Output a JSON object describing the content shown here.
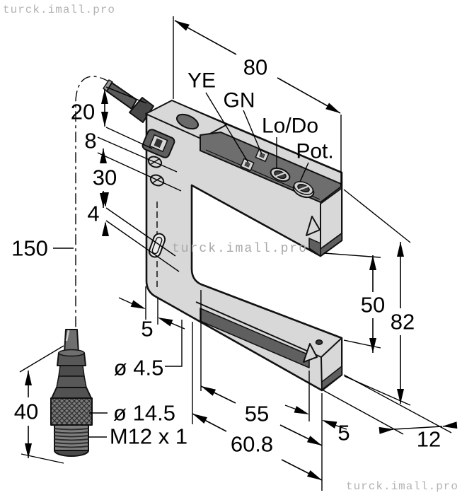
{
  "watermarks": {
    "top_left": "turck.imall.pro",
    "center": "turck.imall.pro",
    "bottom_right": "turck.imall.pro"
  },
  "indicator_labels": {
    "yellow_led": "YE",
    "green_led": "GN",
    "light_dark_switch": "Lo/Do",
    "potentiometer": "Pot."
  },
  "dimensions": {
    "fork_width": "80",
    "head_height": "20",
    "screw_spacing": "8",
    "hole_spacing": "30",
    "slot_width": "4",
    "cable_length": "150",
    "arm_width": "5",
    "mounting_hole_dia": "ø 4.5",
    "connector_dia": "ø 14.5",
    "connector_thread": "M12 x 1",
    "connector_length": "40",
    "slot_depth": "55",
    "overall_depth": "60.8",
    "lens_offset": "5",
    "housing_thickness": "12",
    "fork_gap": "50",
    "overall_height": "82"
  },
  "colors": {
    "body": "#d8d8d8",
    "panel_dark": "#6e6e6e",
    "strip_dark": "#5f5f5f",
    "cable": "#5a5a5a",
    "outline": "#111111",
    "watermark": "#b3b3b3",
    "background": "#ffffff"
  }
}
